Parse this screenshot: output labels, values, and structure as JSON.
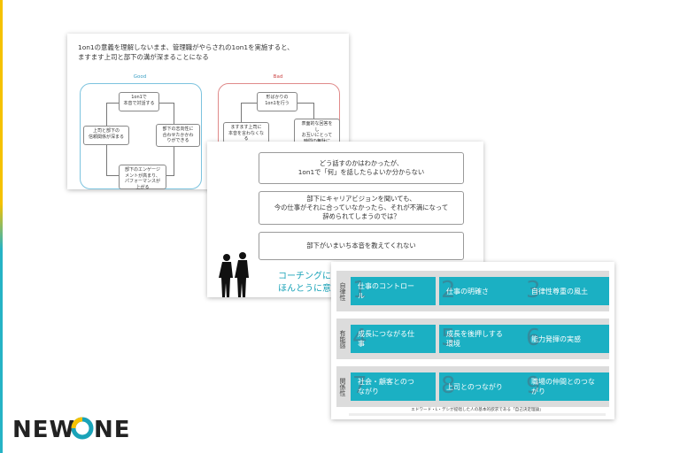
{
  "slide1": {
    "heading": "1on1の意義を理解しないまま、管理職がやらされの1on1を実施すると、\nますます上司と部下の溝が深まることになる",
    "good_title": "Good",
    "bad_title": "Bad",
    "good_cycle": [
      "1on1で\n本音で対話する",
      "部下の志向性に\n合わせたかかわ\nりができる",
      "部下のエンゲージ\nメントが高まり、\nパフォーマンスが\n上がる",
      "上司と部下の\n信頼関係が深まる"
    ],
    "bad_cycle": [
      "形ばかりの\n1on1を行う",
      "表面的な回答を\nし\nお互いにとって\n時間の無駄に",
      "ますます上司に\n本音を言わなくな\nる"
    ]
  },
  "slide2": {
    "questions": [
      "どう話すのかはわかったが、\n1on1で「何」を話したらよいか分からない",
      "部下にキャリアビジョンを聞いても、\n今の仕事がそれに合っていなかったら、それが不満になって\n辞められてしまうのでは？",
      "部下がいまいち本音を教えてくれない"
    ],
    "footer": "コーチングに\nほんとうに意義の"
  },
  "slide3": {
    "rows": [
      {
        "label": "自律性",
        "tiles": [
          {
            "num": "1",
            "text": "仕事のコントロー\nル"
          },
          {
            "num": "2",
            "text": "仕事の明確さ"
          },
          {
            "num": "3",
            "text": "自律性尊重の風土"
          }
        ]
      },
      {
        "label": "有能感",
        "tiles": [
          {
            "num": "4",
            "text": "成長につながる仕\n事"
          },
          {
            "num": "5",
            "text": "成長を後押しする\n環境"
          },
          {
            "num": "6",
            "text": "能力発揮の実感"
          }
        ]
      },
      {
        "label": "関係性",
        "tiles": [
          {
            "num": "7",
            "text": "社会・顧客とのつ\nながり"
          },
          {
            "num": "8",
            "text": "上司とのつながり"
          },
          {
            "num": "9",
            "text": "職場の仲間とのつな\nがり"
          }
        ]
      }
    ],
    "caption": "エドワード・L・デシが提唱した人の基本的欲求である「自己決定理論」"
  },
  "logo": {
    "text": "NEWONE"
  },
  "colors": {
    "accent": "#1bb0c3",
    "yellow": "#f5c200",
    "good_border": "#7cc3de",
    "bad_border": "#e08a8a"
  }
}
